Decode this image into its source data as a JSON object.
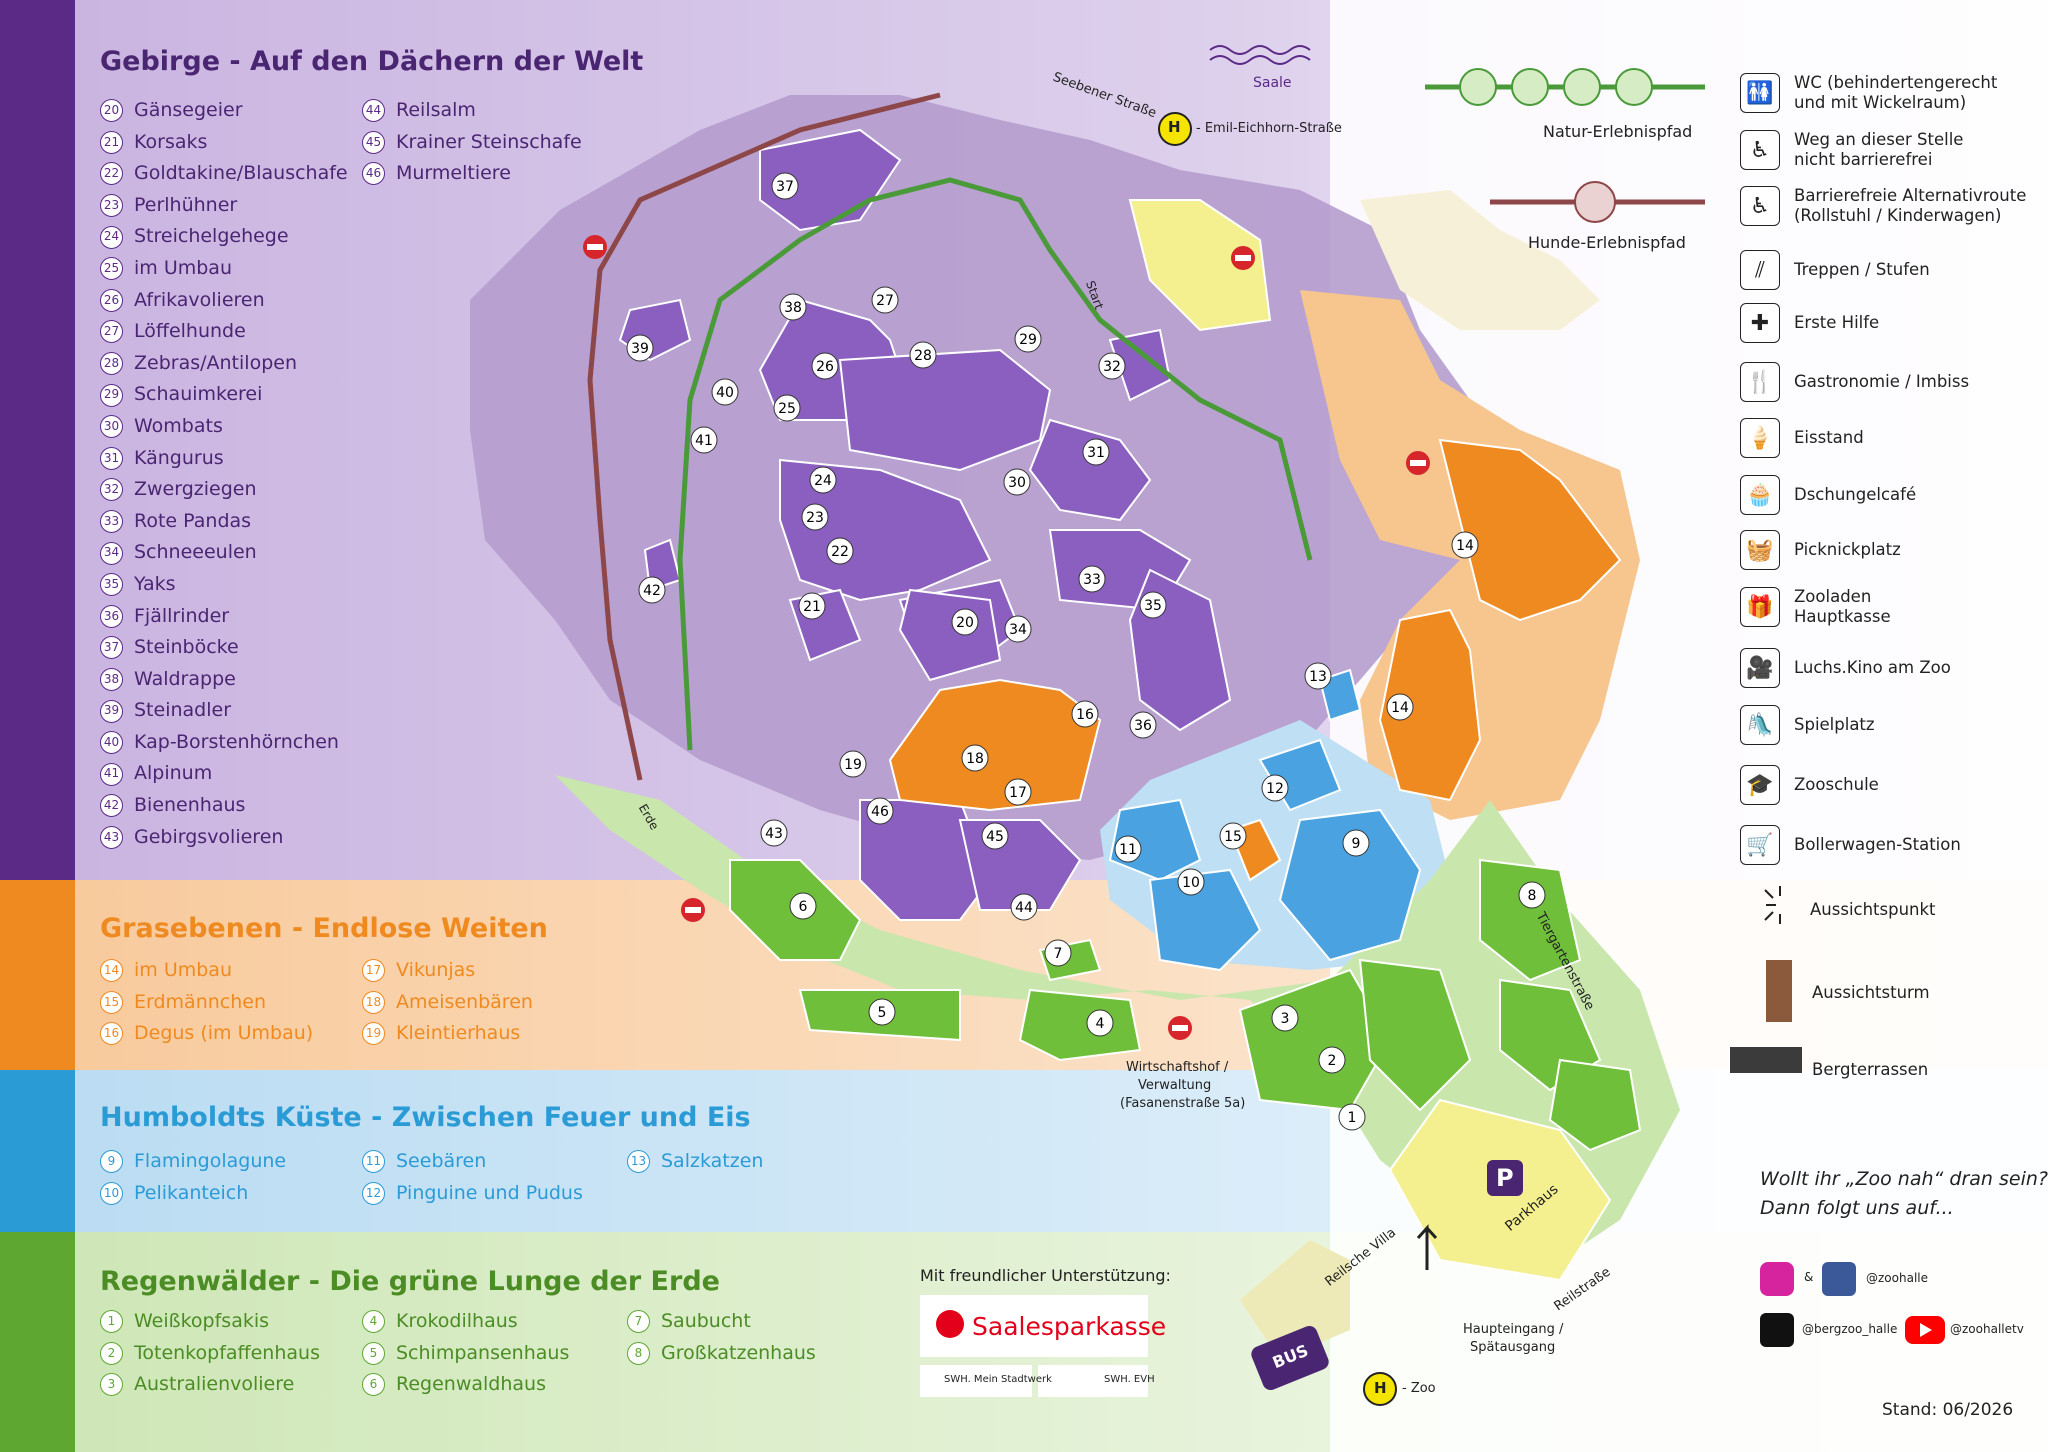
{
  "sections": {
    "gebirge": {
      "title": "Gebirge - Auf den Dächern der Welt",
      "col1": [
        {
          "n": "20",
          "t": "Gänsegeier"
        },
        {
          "n": "21",
          "t": "Korsaks"
        },
        {
          "n": "22",
          "t": "Goldtakine/Blauschafe"
        },
        {
          "n": "23",
          "t": "Perlhühner"
        },
        {
          "n": "24",
          "t": "Streichelgehege"
        },
        {
          "n": "25",
          "t": "im Umbau"
        },
        {
          "n": "26",
          "t": "Afrikavolieren"
        },
        {
          "n": "27",
          "t": "Löffelhunde"
        },
        {
          "n": "28",
          "t": "Zebras/Antilopen"
        },
        {
          "n": "29",
          "t": "Schauimkerei"
        },
        {
          "n": "30",
          "t": "Wombats"
        },
        {
          "n": "31",
          "t": "Kängurus"
        },
        {
          "n": "32",
          "t": "Zwergziegen"
        },
        {
          "n": "33",
          "t": "Rote Pandas"
        },
        {
          "n": "34",
          "t": "Schneeeulen"
        },
        {
          "n": "35",
          "t": "Yaks"
        },
        {
          "n": "36",
          "t": "Fjällrinder"
        },
        {
          "n": "37",
          "t": "Steinböcke"
        },
        {
          "n": "38",
          "t": "Waldrappe"
        },
        {
          "n": "39",
          "t": "Steinadler"
        },
        {
          "n": "40",
          "t": "Kap-Borstenhörnchen"
        },
        {
          "n": "41",
          "t": "Alpinum"
        },
        {
          "n": "42",
          "t": "Bienenhaus"
        },
        {
          "n": "43",
          "t": "Gebirgsvolieren"
        }
      ],
      "col2": [
        {
          "n": "44",
          "t": "Reilsalm"
        },
        {
          "n": "45",
          "t": "Krainer Steinschafe"
        },
        {
          "n": "46",
          "t": "Murmeltiere"
        }
      ]
    },
    "grasebenen": {
      "title": "Grasebenen - Endlose Weiten",
      "col1": [
        {
          "n": "14",
          "t": "im Umbau"
        },
        {
          "n": "15",
          "t": "Erdmännchen"
        },
        {
          "n": "16",
          "t": "Degus (im Umbau)"
        }
      ],
      "col2": [
        {
          "n": "17",
          "t": "Vikunjas"
        },
        {
          "n": "18",
          "t": "Ameisenbären"
        },
        {
          "n": "19",
          "t": "Kleintierhaus"
        }
      ]
    },
    "humboldt": {
      "title": "Humboldts Küste - Zwischen Feuer und Eis",
      "col1": [
        {
          "n": "9",
          "t": "Flamingolagune"
        },
        {
          "n": "10",
          "t": "Pelikanteich"
        }
      ],
      "col2": [
        {
          "n": "11",
          "t": "Seebären"
        },
        {
          "n": "12",
          "t": "Pinguine und Pudus"
        }
      ],
      "col3": [
        {
          "n": "13",
          "t": "Salzkatzen"
        }
      ]
    },
    "regenwald": {
      "title": "Regenwälder - Die grüne Lunge der Erde",
      "col1": [
        {
          "n": "1",
          "t": "Weißkopfsakis"
        },
        {
          "n": "2",
          "t": "Totenkopfaffenhaus"
        },
        {
          "n": "3",
          "t": "Australienvoliere"
        }
      ],
      "col2": [
        {
          "n": "4",
          "t": "Krokodilhaus"
        },
        {
          "n": "5",
          "t": "Schimpansenhaus"
        },
        {
          "n": "6",
          "t": "Regenwaldhaus"
        }
      ],
      "col3": [
        {
          "n": "7",
          "t": "Saubucht"
        },
        {
          "n": "8",
          "t": "Großkatzenhaus"
        }
      ]
    }
  },
  "legend": [
    {
      "icon": "wc-icon",
      "glyph": "🚻",
      "text1": "WC (behindertengerecht",
      "text2": "und mit Wickelraum)"
    },
    {
      "icon": "not-accessible-icon",
      "glyph": "♿",
      "text1": "Weg an dieser Stelle",
      "text2": "nicht barrierefrei"
    },
    {
      "icon": "accessible-route-icon",
      "glyph": "♿",
      "text1": "Barrierefreie Alternativroute",
      "text2": "(Rollstuhl / Kinderwagen)"
    },
    {
      "icon": "stairs-icon",
      "glyph": "⫽",
      "text1": "Treppen / Stufen",
      "text2": ""
    },
    {
      "icon": "first-aid-icon",
      "glyph": "✚",
      "text1": "Erste Hilfe",
      "text2": ""
    },
    {
      "icon": "restaurant-icon",
      "glyph": "🍴",
      "text1": "Gastronomie / Imbiss",
      "text2": ""
    },
    {
      "icon": "ice-cream-icon",
      "glyph": "🍦",
      "text1": "Eisstand",
      "text2": ""
    },
    {
      "icon": "cafe-icon",
      "glyph": "🧁",
      "text1": "Dschungelcafé",
      "text2": ""
    },
    {
      "icon": "picnic-icon",
      "glyph": "🧺",
      "text1": "Picknickplatz",
      "text2": ""
    },
    {
      "icon": "shop-icon",
      "glyph": "🎁",
      "text1": "Zooladen",
      "text2": "Hauptkasse"
    },
    {
      "icon": "cinema-icon",
      "glyph": "🎥",
      "text1": "Luchs.Kino am Zoo",
      "text2": ""
    },
    {
      "icon": "playground-icon",
      "glyph": "🛝",
      "text1": "Spielplatz",
      "text2": ""
    },
    {
      "icon": "school-icon",
      "glyph": "🎓",
      "text1": "Zooschule",
      "text2": ""
    },
    {
      "icon": "wagon-icon",
      "glyph": "🛒",
      "text1": "Bollerwagen-Station",
      "text2": ""
    }
  ],
  "legend_extra": {
    "viewpoint": "Aussichtspunkt",
    "tower": "Aussichtsturm",
    "terrace": "Bergterrassen",
    "nature_trail": "Natur-Erlebnispfad",
    "dog_trail": "Hunde-Erlebnispfad"
  },
  "map_labels": {
    "saale": "Saale",
    "seebener": "Seebener Straße",
    "bus_stop_top": "- Emil-Eichhorn-Straße",
    "bus_stop_symbol": "H",
    "start": "Start",
    "erde": "Erde",
    "tiergarten": "Tiergartenstraße",
    "reilstrasse": "Reilstraße",
    "parkhaus": "Parkhaus",
    "parking_symbol": "P",
    "reilsche_villa": "Reilsche Villa",
    "haupteingang_1": "Haupteingang /",
    "haupteingang_2": "Spätausgang",
    "wirtschaftshof_1": "Wirtschaftshof /",
    "wirtschaftshof_2": "Verwaltung",
    "wirtschaftshof_3": "(Fasanenstraße 5a)",
    "bus": "BUS",
    "zoo_stop": "- Zoo"
  },
  "sponsor": {
    "heading": "Mit freundlicher Unterstützung:",
    "bank": "Saalesparkasse",
    "swh1": "SWH. Mein Stadtwerk",
    "swh2": "SWH. EVH"
  },
  "social": {
    "line1": "Wollt ihr „Zoo nah“ dran sein?",
    "line2": "Dann folgt uns auf...",
    "amp": "&",
    "ig_fb": "@zoohalle",
    "tiktok": "@bergzoo_halle",
    "youtube": "@zoohalletv"
  },
  "stand": "Stand: 06/2026",
  "colors": {
    "purple": "#5b2a86",
    "purple_light": "#d9c8e8",
    "orange": "#ee8a1f",
    "blue": "#2b9bd6",
    "green": "#5ea832"
  }
}
